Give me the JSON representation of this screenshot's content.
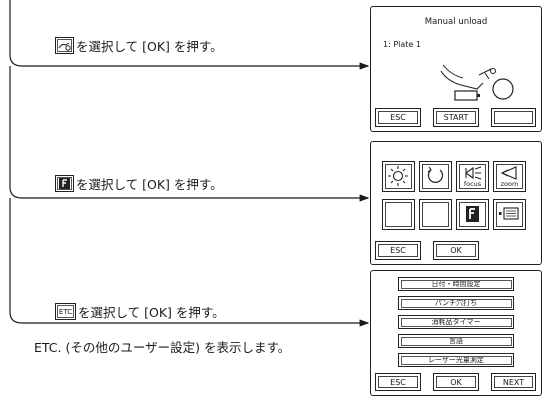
{
  "steps": [
    {
      "text": "を選択して [OK] を押す。",
      "icon": "unload-icon"
    },
    {
      "text": "を選択して [OK] を押す。",
      "icon": "f-mode-icon"
    },
    {
      "text": "を選択して [OK] を押す。",
      "icon": "etc-icon",
      "icon_label": "ETC"
    }
  ],
  "note": "ETC. (その他のユーザー設定) を表示します。",
  "panel_unload": {
    "title": "Manual unload",
    "subtitle": "1: Plate 1",
    "buttons": {
      "esc": "ESC",
      "start": "START",
      "blank": ""
    }
  },
  "panel_icons": {
    "tiles": [
      {
        "icon": "brightness-icon",
        "label": ""
      },
      {
        "icon": "rotate-icon",
        "label": ""
      },
      {
        "icon": "focus-icon",
        "label": "focus"
      },
      {
        "icon": "zoom-icon",
        "label": "zoom"
      },
      {
        "icon": "blank-tile",
        "label": ""
      },
      {
        "icon": "blank-tile",
        "label": ""
      },
      {
        "icon": "f-mode-icon",
        "label": ""
      },
      {
        "icon": "etc-icon",
        "label": ""
      }
    ],
    "buttons": {
      "esc": "ESC",
      "ok": "OK"
    }
  },
  "panel_etc": {
    "menu": [
      "日付・時間設定",
      "パンチ穴打ち",
      "消耗品タイマー",
      "言語",
      "レーザー光量測定"
    ],
    "buttons": {
      "esc": "ESC",
      "ok": "OK",
      "next": "NEXT"
    }
  }
}
